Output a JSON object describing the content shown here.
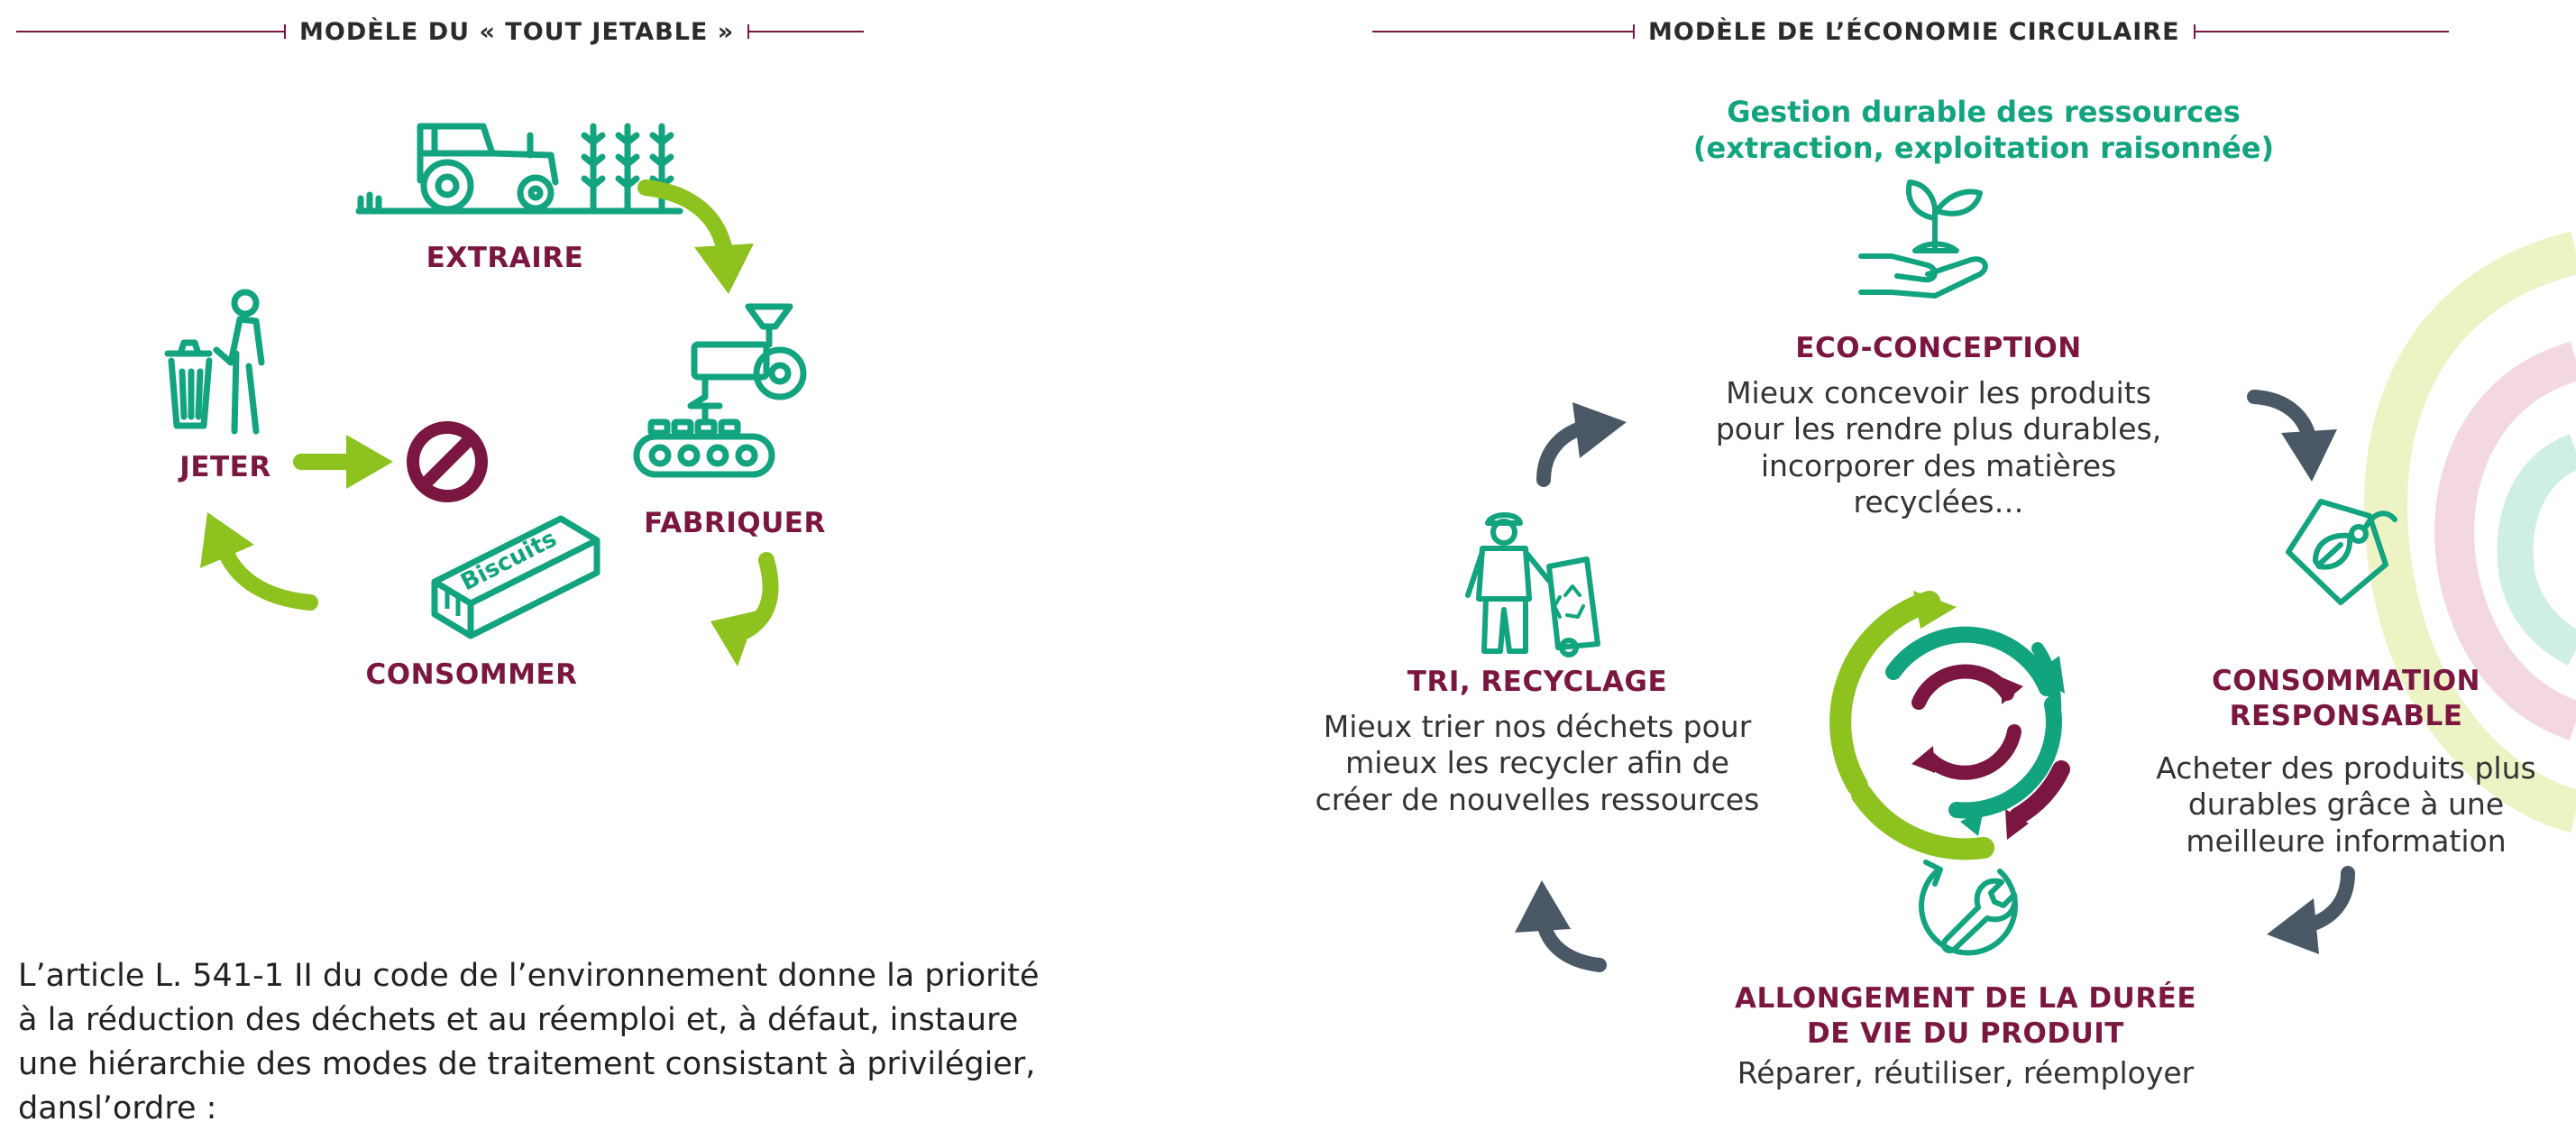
{
  "left": {
    "header": "MODÈLE DU « TOUT JETABLE »",
    "steps": {
      "extract": "EXTRAIRE",
      "make": "FABRIQUER",
      "consume": "CONSOMMER",
      "throw": "JETER"
    },
    "package_label": "Biscuits"
  },
  "right": {
    "header": "MODÈLE DE L’ÉCONOMIE CIRCULAIRE",
    "resource_lines": [
      "Gestion durable des ressources",
      "(extraction, exploitation raisonnée)"
    ],
    "eco": {
      "title": "ECO-CONCEPTION",
      "lines": [
        "Mieux concevoir les produits",
        "pour les rendre plus durables,",
        "incorporer des matières",
        "recyclées…"
      ]
    },
    "consumption": {
      "title_lines": [
        "CONSOMMATION",
        "RESPONSABLE"
      ],
      "lines": [
        "Acheter des produits plus",
        "durables grâce à une",
        "meilleure information"
      ]
    },
    "lifespan": {
      "title_lines": [
        "ALLONGEMENT DE LA DURÉE",
        "DE VIE DU PRODUIT"
      ],
      "lines": [
        "Réparer, réutiliser, réemployer"
      ]
    },
    "recycling": {
      "title": "TRI, RECYCLAGE",
      "lines": [
        "Mieux trier nos déchets pour",
        "mieux les recycler afin de",
        "créer de nouvelles ressources"
      ]
    }
  },
  "paragraph": [
    "L’article L. 541-1 II du code de l’environnement donne la priorité",
    "à la réduction des déchets et au réemploi et, à défaut, instaure",
    "une hiérarchie des modes de traitement consistant à privilégier,",
    "dansl’ordre :"
  ],
  "colors": {
    "burgundy": "#7a1640",
    "green": "#12a37f",
    "lime": "#8dc21f",
    "slate": "#4a5866"
  }
}
